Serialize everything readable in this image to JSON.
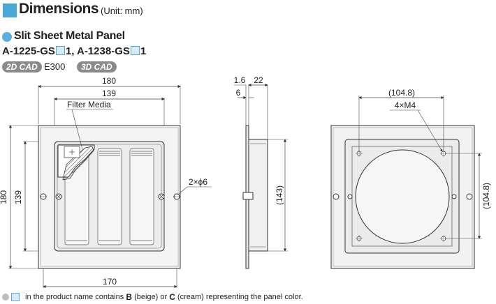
{
  "header": {
    "title": "Dimensions",
    "unit": "(Unit: mm)"
  },
  "product": {
    "section_title": "Slit Sheet Metal Panel",
    "code1_prefix": "A-1225-GS",
    "code1_suffix": "1",
    "separator": ",",
    "code2_prefix": "A-1238-GS",
    "code2_suffix": "1",
    "badge_2d": "2D CAD",
    "cad_code": "E300",
    "badge_3d": "3D CAD"
  },
  "front_view": {
    "dim_width_outer": "180",
    "dim_width_inner": "139",
    "dim_height_outer": "180",
    "dim_height_inner": "139",
    "dim_hole_pitch": "170",
    "filter_label": "Filter Media",
    "hole_label": "2×ϕ6"
  },
  "side_view": {
    "dim_total": "1.6",
    "dim_depth": "22",
    "dim_flange": "6",
    "dim_height": "(143)"
  },
  "back_view": {
    "dim_pitch_h": "(104.8)",
    "dim_pitch_v": "(104.8)",
    "hole_label": "4×M4"
  },
  "footnote": {
    "text_before": "in the product name contains",
    "b_code": "B",
    "b_desc": "(beige) or",
    "c_code": "C",
    "c_desc": "(cream) representing the panel color."
  },
  "colors": {
    "accent": "#4aa7d6",
    "badge": "#8a8a8a",
    "placeholder_box": "#d3ecf8"
  }
}
